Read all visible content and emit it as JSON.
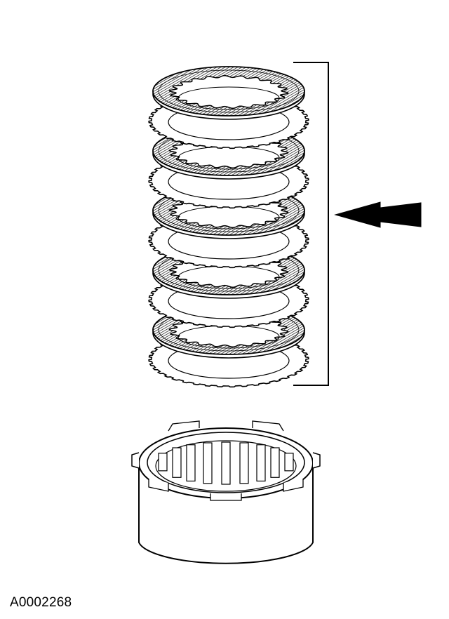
{
  "figure": {
    "id_label": "A0002268",
    "colors": {
      "line": "#000000",
      "fill": "#ffffff",
      "hatch": "#000000"
    },
    "parts": {
      "clutch_pack": {
        "friction_plates": 5,
        "steel_plates": 5
      },
      "bracket": "bracket",
      "pointer": "arrow",
      "clutch_drum": "drum"
    }
  }
}
